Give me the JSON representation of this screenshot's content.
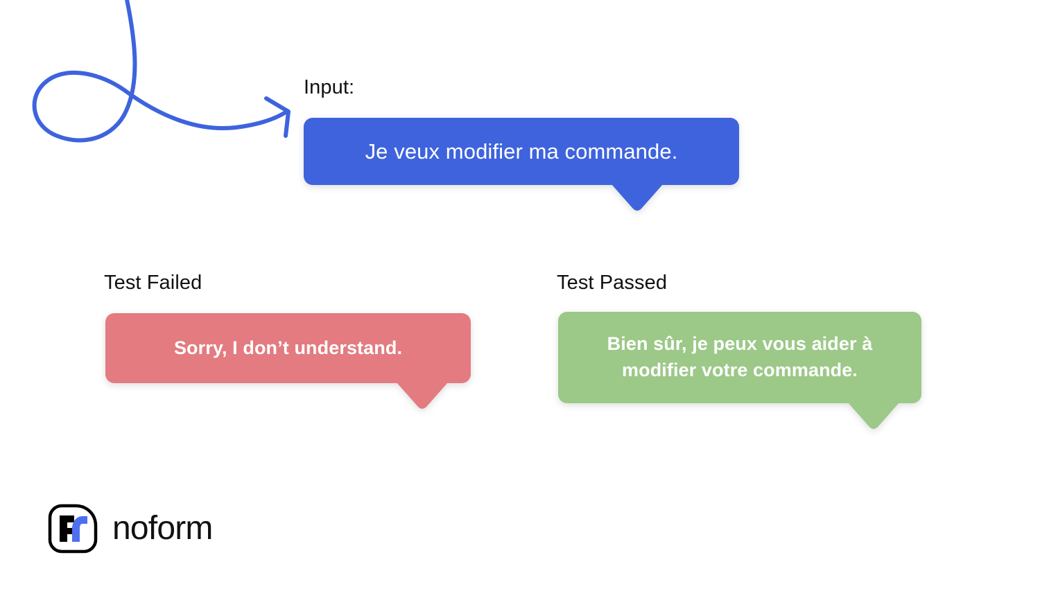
{
  "card": {
    "background_color": "#ffffff",
    "accent_color": "#3e63dd"
  },
  "decoration": {
    "arrow_name": "curly-swirl-arrow",
    "arrow_color": "#3e63dd"
  },
  "input_section": {
    "label": "Input:",
    "bubble": {
      "text": "Je veux modifier ma commande.",
      "color": "#3e63dd",
      "text_color": "#ffffff"
    }
  },
  "results": [
    {
      "label": "Test Failed",
      "status": "failed",
      "bubble": {
        "text": "Sorry, I don’t understand.",
        "color": "#e37b80",
        "text_color": "#ffffff"
      }
    },
    {
      "label": "Test Passed",
      "status": "passed",
      "bubble": {
        "text": "Bien sûr, je peux vous aider à modifier votre commande.",
        "color": "#9cc888",
        "text_color": "#ffffff"
      }
    }
  ],
  "brand": {
    "wordmark": "noform",
    "mark_name": "noform-logo-mark",
    "mark_outline_color": "#000000",
    "mark_accent_color": "#4d6ff0"
  }
}
